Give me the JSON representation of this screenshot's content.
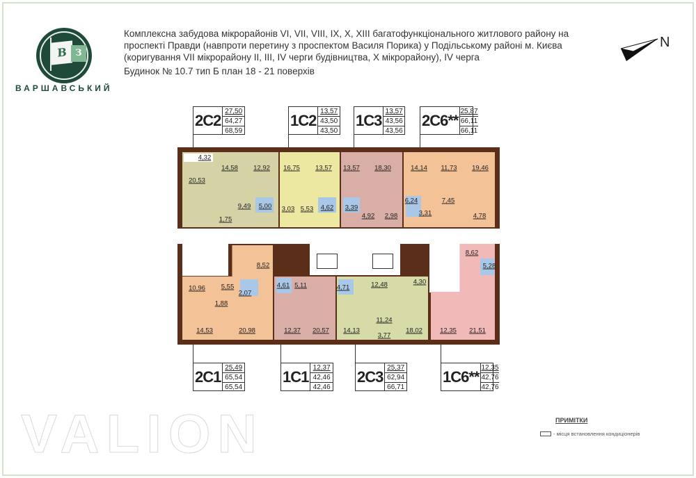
{
  "logo": {
    "letters_left": "В",
    "letters_right": "З",
    "name": "ВАРШАВСЬКИЙ"
  },
  "header": {
    "line1": "Комплексна забудова мікрорайонів VI, VII, VIII, IX, X, XIII багатофункціонального житлового району на",
    "line2": "проспекті Правди (навпроти перетину з проспектом Василя Порика) у Подільському районі м. Києва",
    "line3": "(коригування VII мікрорайону II, III, IV черги будівництва, X мікрорайону),  IV  черга",
    "line4": "Будинок № 10.7   тип Б   план 18 - 21 поверхів"
  },
  "compass": {
    "label": "N"
  },
  "units_top": [
    {
      "code": "2С2",
      "values": [
        "27,50",
        "64,27",
        "68,59"
      ]
    },
    {
      "code": "1С2",
      "values": [
        "13,57",
        "43,50",
        "43,50"
      ]
    },
    {
      "code": "1С3",
      "values": [
        "13,57",
        "43,56",
        "43,56"
      ]
    },
    {
      "code": "2С6**",
      "values": [
        "25,87",
        "66,11",
        "66,11"
      ]
    }
  ],
  "units_bottom": [
    {
      "code": "2С1",
      "values": [
        "25,49",
        "65,54",
        "65,54"
      ]
    },
    {
      "code": "1С1",
      "values": [
        "12,37",
        "42,46",
        "42,46"
      ]
    },
    {
      "code": "2С3",
      "values": [
        "25,37",
        "62,94",
        "66,71"
      ]
    },
    {
      "code": "1С6**",
      "values": [
        "12,35",
        "42,76",
        "42,76"
      ]
    }
  ],
  "rooms": [
    "4,32",
    "20,53",
    "14,58",
    "12,92",
    "9,49",
    "5,00",
    "1,75",
    "16,75",
    "13,57",
    "3,03",
    "5,53",
    "4,62",
    "13,57",
    "18,30",
    "3,39",
    "4,92",
    "2,98",
    "14,14",
    "11,73",
    "19,46",
    "6,24",
    "7,45",
    "3,31",
    "4,78",
    "10,96",
    "14,53",
    "1,88",
    "5,55",
    "2,07",
    "8,52",
    "20,98",
    "4,61",
    "5,11",
    "12,37",
    "20,57",
    "4,71",
    "12,48",
    "14,13",
    "11,24",
    "3,77",
    "18,02",
    "4,30",
    "8,62",
    "5,28",
    "12,35",
    "21,51"
  ],
  "watermark": "VALION",
  "notes": {
    "title": "ПРИМІТКИ",
    "legend": "- місця встановлення кондиціонерів"
  }
}
